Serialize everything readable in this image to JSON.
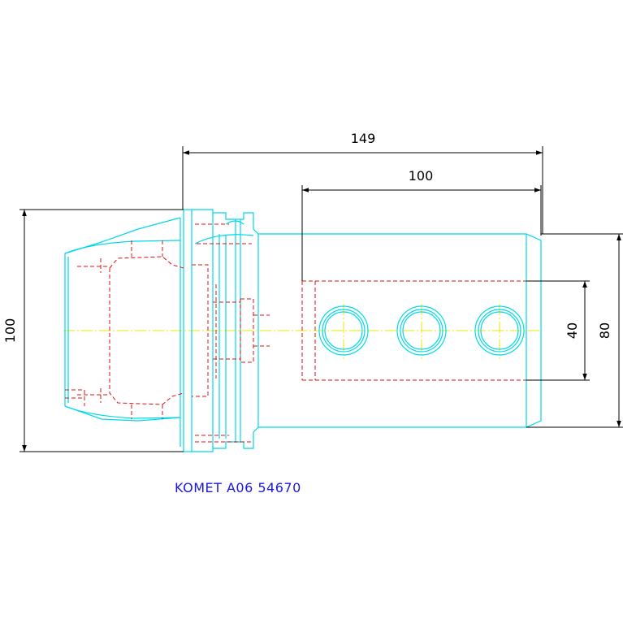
{
  "colors": {
    "outline": "#00d8e8",
    "hidden": "#e01010",
    "centerline": "#e8e800",
    "dimension": "#000000",
    "label": "#1a1ad6",
    "background": "#ffffff"
  },
  "dimensions": {
    "overall_length": "149",
    "bore_length": "100",
    "flange_diameter": "100",
    "body_diameter": "80",
    "bore_diameter": "40"
  },
  "part_label": "KOMET A06 54670",
  "line_types": {
    "solid": "outline",
    "dashed": "hidden",
    "dash-dot": "centerline"
  }
}
